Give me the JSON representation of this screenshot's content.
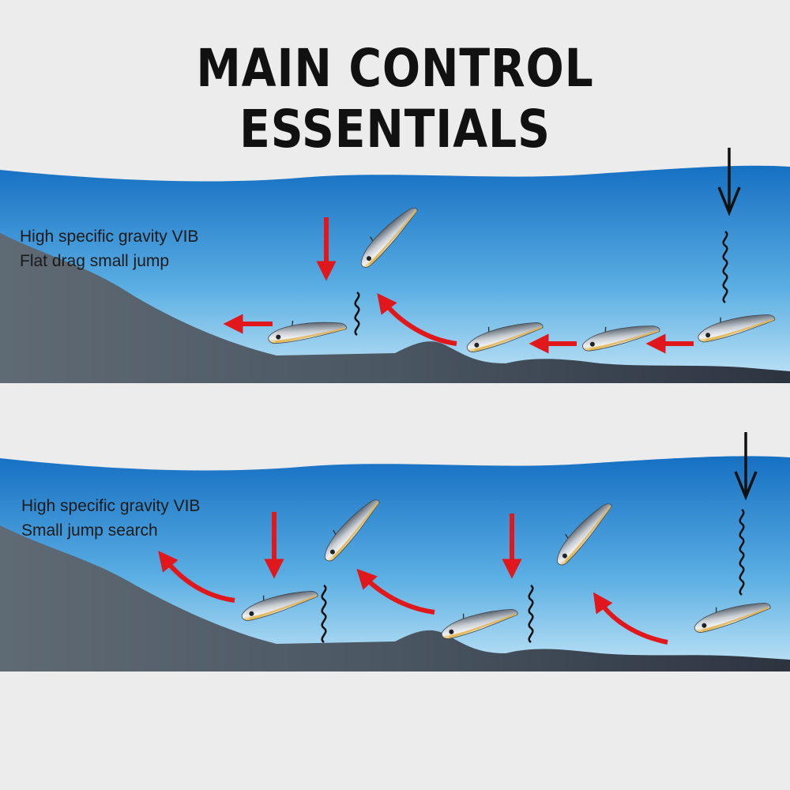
{
  "title": "MAIN CONTROL ESSENTIALS",
  "panels": [
    {
      "line1": "High specific gravity VIB",
      "line2": "Flat drag small jump"
    },
    {
      "line1": "High specific gravity VIB",
      "line2": "Small jump search"
    }
  ],
  "colors": {
    "water_top": "#1a78c6",
    "water_bottom": "#bfe4f6",
    "ground": "#4e5a66",
    "arrow_red": "#e0181c",
    "arrow_black": "#111111",
    "lure_body": "#9aa3ad",
    "lure_belly": "#e8c05a"
  }
}
